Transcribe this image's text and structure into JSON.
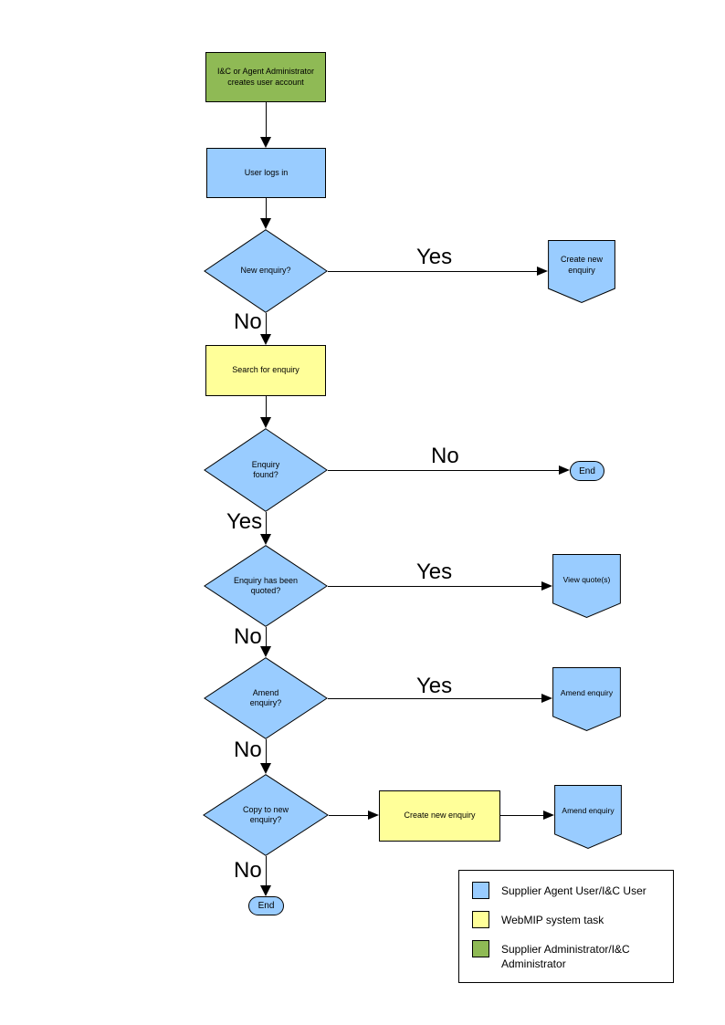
{
  "diagram": {
    "nodes": {
      "admin_creates": {
        "label": "I&C or Agent Administrator creates user account"
      },
      "user_logs_in": {
        "label": "User logs in"
      },
      "new_enquiry_q": {
        "label": "New enquiry?"
      },
      "create_new_enquiry_connector": {
        "label": "Create new enquiry"
      },
      "search_for_enquiry": {
        "label": "Search for enquiry"
      },
      "enquiry_found_q": {
        "label": "Enquiry found?"
      },
      "end_right": {
        "label": "End"
      },
      "enquiry_quoted_q": {
        "label": "Enquiry has been quoted?"
      },
      "view_quotes_connector": {
        "label": "View quote(s)"
      },
      "amend_enquiry_q": {
        "label": "Amend enquiry?"
      },
      "amend_enquiry_connector_1": {
        "label": "Amend enquiry"
      },
      "copy_to_new_q": {
        "label": "Copy to new enquiry?"
      },
      "create_new_enquiry_task": {
        "label": "Create new enquiry"
      },
      "amend_enquiry_connector_2": {
        "label": "Amend enquiry"
      },
      "end_bottom": {
        "label": "End"
      }
    },
    "edges": {
      "new_enquiry_yes": "Yes",
      "new_enquiry_no": "No",
      "enquiry_found_no": "No",
      "enquiry_found_yes": "Yes",
      "quoted_yes": "Yes",
      "quoted_no": "No",
      "amend_yes": "Yes",
      "amend_no": "No",
      "copy_no": "No"
    },
    "legend": {
      "items": [
        {
          "color": "#99CCFF",
          "label": "Supplier Agent User/I&C User"
        },
        {
          "color": "#FFFF99",
          "label": "WebMIP system task"
        },
        {
          "color": "#8FBA55",
          "label": "Supplier Administrator/I&C Administrator"
        }
      ]
    },
    "colors": {
      "actor_blue": "#99CCFF",
      "system_yellow": "#FFFF99",
      "admin_green": "#8FBA55",
      "line": "#000000"
    }
  }
}
